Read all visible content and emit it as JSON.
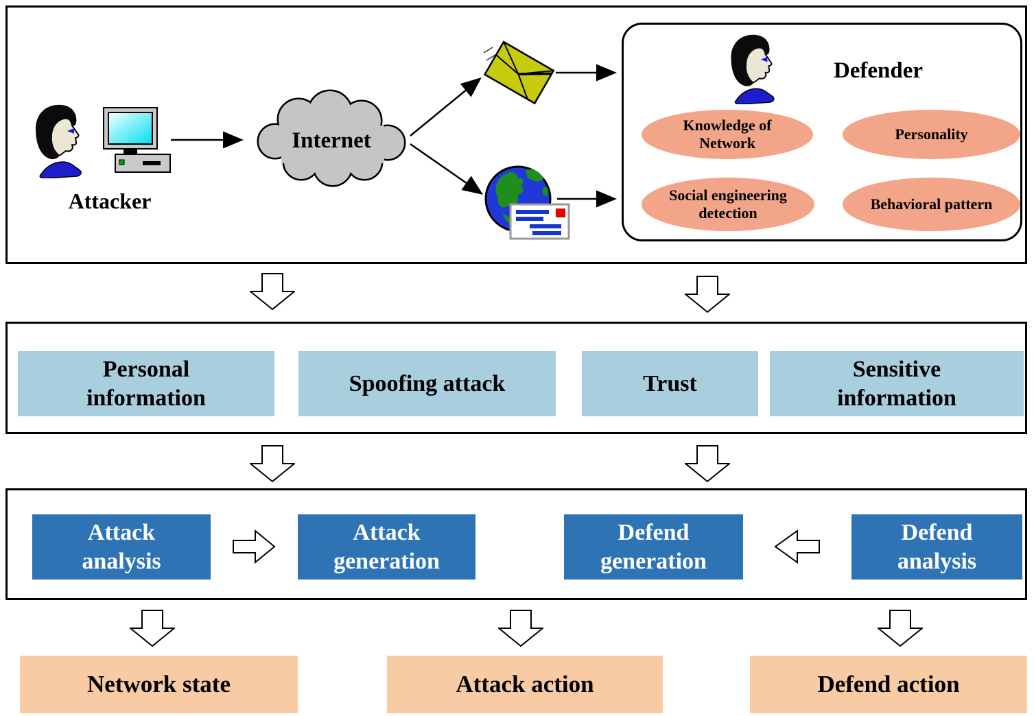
{
  "colors": {
    "light_blue": "#a9cede",
    "dark_blue": "#2e74b5",
    "peach": "#f8cba4",
    "salmon": "#f3a58a",
    "cloud_gray": "#c5c5c5",
    "envelope_yellow": "#c6cb10",
    "globe_blue": "#2038d8",
    "globe_green": "#1e8f1e"
  },
  "icons": [
    "person-head-icon",
    "desktop-computer-icon",
    "cloud-icon",
    "envelope-icon",
    "globe-mail-icon",
    "down-block-arrow-icon",
    "right-block-arrow-icon",
    "left-block-arrow-icon"
  ],
  "top": {
    "attacker_label": "Attacker",
    "internet_label": "Internet",
    "defender_label": "Defender",
    "defender_traits": [
      "Knowledge of Network",
      "Personality",
      "Social engineering detection",
      "Behavioral pattern"
    ]
  },
  "info_band": [
    "Personal information",
    "Spoofing attack",
    "Trust",
    "Sensitive information"
  ],
  "process_band": [
    "Attack analysis",
    "Attack generation",
    "Defend generation",
    "Defend analysis"
  ],
  "outputs": [
    "Network state",
    "Attack action",
    "Defend action"
  ]
}
